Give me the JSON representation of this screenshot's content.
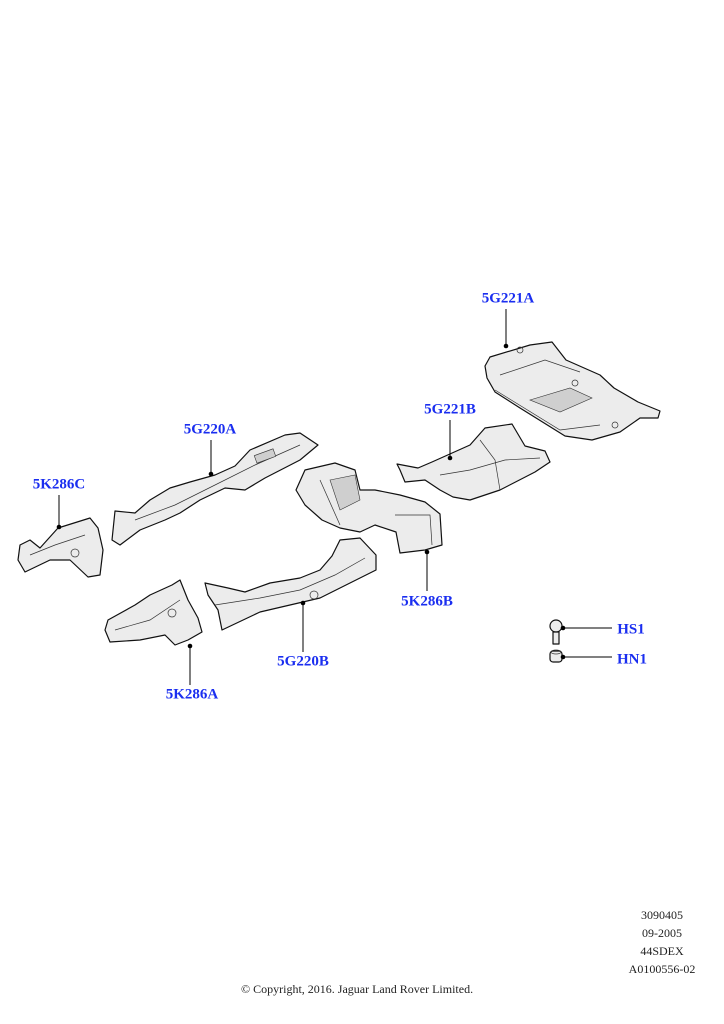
{
  "callouts": {
    "5G221A": "5G221A",
    "5G221B": "5G221B",
    "5G220A": "5G220A",
    "5K286C": "5K286C",
    "5K286B": "5K286B",
    "5G220B": "5G220B",
    "5K286A": "5K286A",
    "HS1": "HS1",
    "HN1": "HN1"
  },
  "meta": {
    "line1": "3090405",
    "line2": "09-2005",
    "line3": "44SDEX",
    "line4": "A0100556-02"
  },
  "copyright": "© Copyright, 2016. Jaguar Land Rover Limited.",
  "colors": {
    "callout": "#1a2ef0",
    "line": "#000000"
  }
}
